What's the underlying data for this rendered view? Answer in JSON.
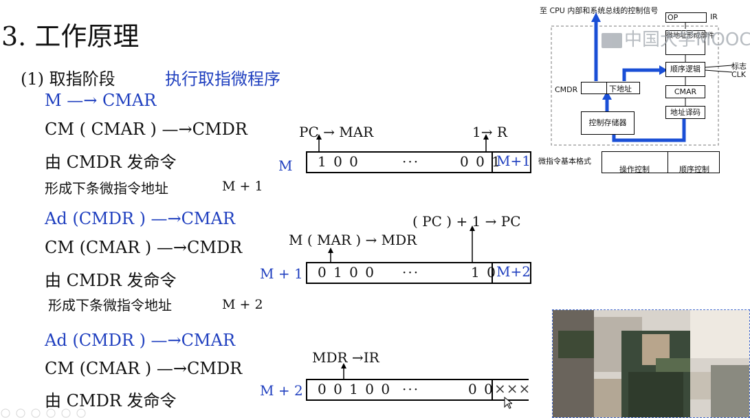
{
  "slide": {
    "title": "3. 工作原理",
    "subtitle_label": "(1) 取指阶段",
    "subtitle_blue": "执行取指微程序",
    "left_lines": [
      {
        "text": "M —→ CMAR",
        "color": "#1f3fbf"
      },
      {
        "text": "CM ( CMAR ) —→CMDR",
        "color": "#111111"
      },
      {
        "text": "由 CMDR 发命令",
        "color": "#111111"
      },
      {
        "text": "形成下条微指令地址",
        "color": "#111111"
      },
      {
        "text": "Ad (CMDR ) —→CMAR",
        "color": "#1f3fbf"
      },
      {
        "text": "CM (CMAR ) —→CMDR",
        "color": "#111111"
      },
      {
        "text": "由 CMDR 发命令",
        "color": "#111111"
      },
      {
        "text": "形成下条微指令地址",
        "color": "#111111"
      },
      {
        "text": "Ad (CMDR ) —→CMAR",
        "color": "#1f3fbf"
      },
      {
        "text": "CM (CMAR ) —→CMDR",
        "color": "#111111"
      },
      {
        "text": "由 CMDR 发命令",
        "color": "#111111"
      }
    ],
    "next_addr_1": "M + 1",
    "next_addr_2": "M + 2",
    "micro_instructions": [
      {
        "label": "M",
        "bits_left": "1 0 0",
        "dots": "···",
        "bits_right": "0 0 1",
        "next": "M+1",
        "op_a": "PC → MAR",
        "op_b": "1→ R"
      },
      {
        "label": "M + 1",
        "bits_left": "0 1 0 0",
        "dots": "···",
        "bits_right": "1 0",
        "next": "M+2",
        "op_a": "M ( MAR ) → MDR",
        "op_b": "( PC ) + 1 → PC"
      },
      {
        "label": "M + 2",
        "bits_left": "0 0 1 0 0",
        "dots": "···",
        "bits_right": "0 0",
        "next": "×××",
        "op_a": "MDR →IR",
        "op_b": ""
      }
    ]
  },
  "diagram": {
    "top_caption": "至 CPU 内部和系统总线的控制信号",
    "op": "OP",
    "ir": "IR",
    "micro_addr_former": "微地址形成部件",
    "seq_logic": "顺序逻辑",
    "flag": "标志",
    "clk": "CLK",
    "cmdr": "CMDR",
    "next_addr": "下地址",
    "cmar": "CMAR",
    "addr_decode": "地址译码",
    "control_store": "控制存储器",
    "format_caption": "微指令基本格式",
    "op_ctrl": "操作控制",
    "seq_ctrl": "顺序控制",
    "watermark": "中国大学MOOC"
  },
  "colors": {
    "accent_blue": "#1f3fbf",
    "diagram_blue": "#1a4fd6",
    "border": "#000000"
  }
}
